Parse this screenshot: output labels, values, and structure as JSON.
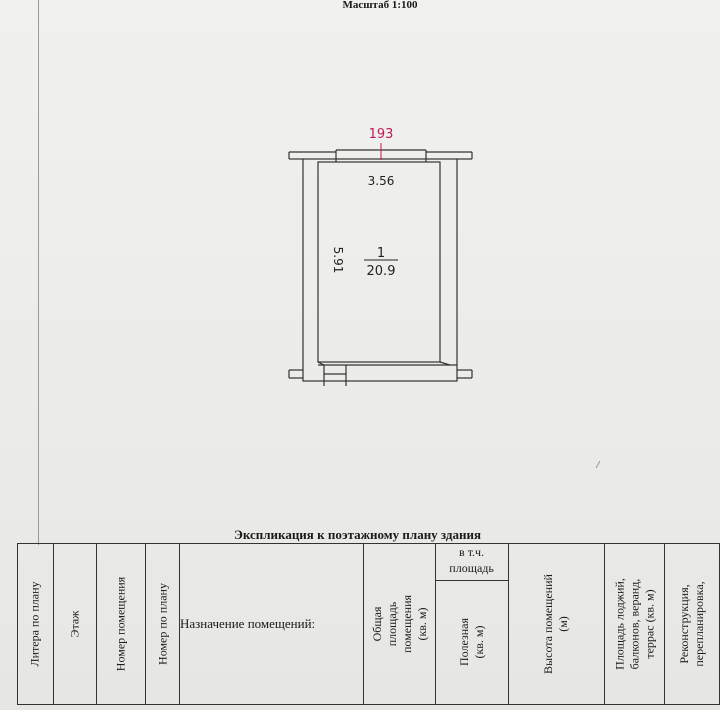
{
  "header": {
    "scale": "Масштаб 1:100"
  },
  "plan": {
    "building_number": "193",
    "width_label": "3.56",
    "length_label": "5.91",
    "room_number": "1",
    "room_area": "20.9",
    "accent_color": "#c2185b"
  },
  "explication": {
    "title": "Экспликация к поэтажному плану здания",
    "columns": {
      "litera": "Литера по плану",
      "floor": "Этаж",
      "room_no": "Номер помещения",
      "plan_no": "Номер по плану",
      "purpose": "Назначение помещений:",
      "total_area_1": "Общая",
      "total_area_2": "площадь",
      "total_area_3": "помещения",
      "total_area_4": "(кв. м)",
      "incl_1": "в т.ч.",
      "incl_2": "площадь",
      "useful_1": "Полезная",
      "useful_2": "(кв. м)",
      "height_1": "Высота помещений",
      "height_2": "(м)",
      "loggia_1": "Площадь лоджий,",
      "loggia_2": "балконов, веранд,",
      "loggia_3": "террас (кв. м)",
      "recon_1": "Реконструкция,",
      "recon_2": "перепланировка,"
    }
  }
}
